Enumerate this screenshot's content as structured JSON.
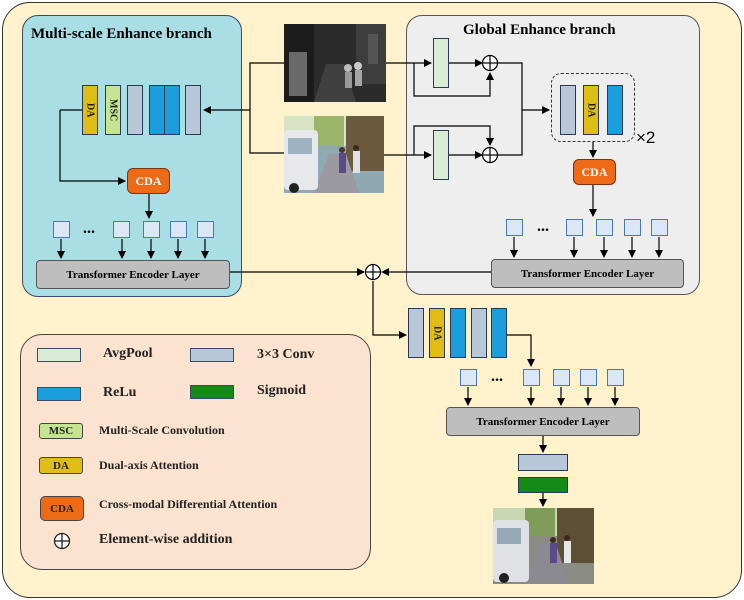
{
  "panels": {
    "multi_scale_title": "Multi-scale Enhance branch",
    "global_title": "Global Enhance branch"
  },
  "blocks": {
    "da": "DA",
    "msc": "MSC",
    "cda": "CDA",
    "repeat": "×2",
    "ellipsis": "..."
  },
  "encoders": {
    "left": "Transformer Encoder Layer",
    "right": "Transformer Encoder Layer",
    "bottom": "Transformer Encoder Layer"
  },
  "legend": {
    "avgpool": "AvgPool",
    "conv": "3×3 Conv",
    "relu": "ReLu",
    "sigmoid": "Sigmoid",
    "msc_tag": "MSC",
    "msc": "Multi-Scale  Convolution",
    "da_tag": "DA",
    "da": "Dual-axis Attention",
    "cda_tag": "CDA",
    "cda": "Cross-modal  Differential Attention",
    "add": "Element-wise addition"
  },
  "colors": {
    "avgpool": "#d8ecd6",
    "relu": "#1b9ede",
    "conv": "#b9c8d8",
    "da": "#dfbd16",
    "msc": "#c6e593",
    "cda": "#ef6a16",
    "sigmoid": "#138a15",
    "multi_scale_panel": "#a9dfe4",
    "global_panel": "#eeeeee",
    "legend_panel": "#fbe3cf",
    "background": "#fff2cc"
  },
  "icons": {
    "add": "circled-plus-icon"
  }
}
